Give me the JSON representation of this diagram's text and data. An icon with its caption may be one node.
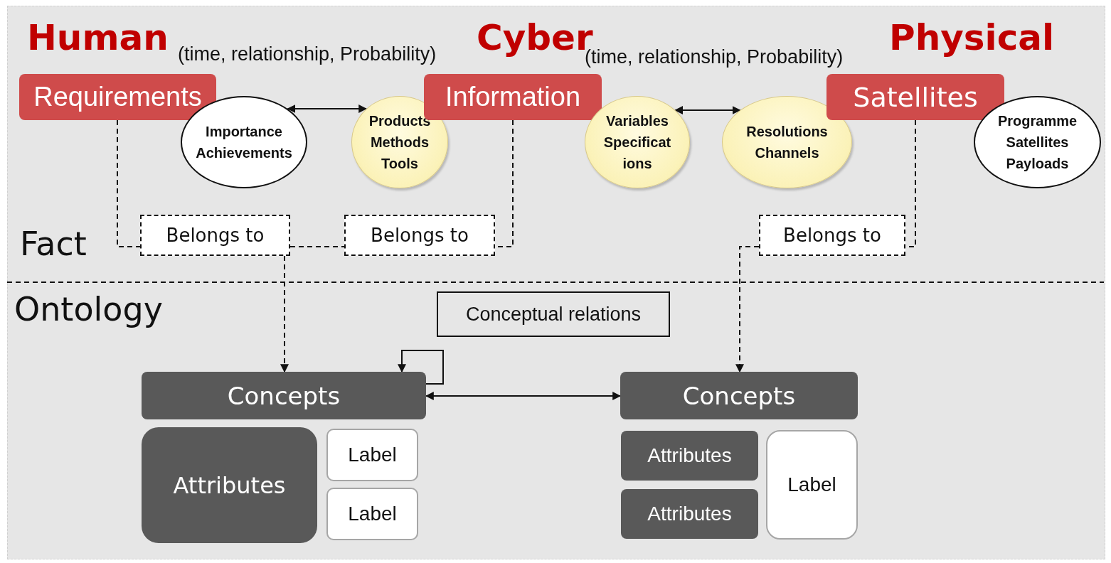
{
  "diagram": {
    "nodes": [
      {
        "text": [
          "Requirements"
        ]
      },
      {
        "text": [
          "Importance Achievements"
        ]
      },
      {
        "text": [
          "Products Methods Tools"
        ]
      },
      {
        "text": [
          "Information"
        ]
      },
      {
        "text": [
          "Variables Specificat ions"
        ]
      },
      {
        "text": [
          "Resolutions Channels"
        ]
      },
      {
        "text": [
          "Satellites"
        ]
      },
      {
        "text": [
          "Programme Satellites Payloads"
        ]
      },
      {
        "text": [
          "Belongs to"
        ]
      },
      {
        "text": [
          "Belongs to"
        ]
      },
      {
        "text": [
          "Belongs to"
        ]
      },
      {
        "text": [
          "Conceptual relations"
        ]
      },
      {
        "text": [
          "Concepts"
        ]
      },
      {
        "text": [
          "Attributes"
        ]
      },
      {
        "text": [
          "Label"
        ]
      },
      {
        "text": [
          "Label"
        ]
      },
      {
        "text": [
          "Concepts"
        ]
      },
      {
        "text": [
          "Attributes"
        ]
      },
      {
        "text": [
          "Attributes"
        ]
      },
      {
        "text": [
          "Label"
        ]
      }
    ],
    "edges": [
      {
        "from": 1,
        "to": 2,
        "arrow": "both"
      },
      {
        "from": 4,
        "to": 5,
        "arrow": "both"
      },
      {
        "from": 0,
        "to": 8,
        "arrow": "none",
        "style": "dashed"
      },
      {
        "from": 8,
        "to": 9,
        "arrow": "none",
        "style": "dashed"
      },
      {
        "from": 3,
        "to": 9,
        "arrow": "none",
        "style": "dashed"
      },
      {
        "from": 8,
        "to": 12,
        "arrow": "to",
        "style": "dashed"
      },
      {
        "from": 6,
        "to": 10,
        "arrow": "none",
        "style": "dashed"
      },
      {
        "from": 10,
        "to": 16,
        "arrow": "to",
        "style": "dashed"
      },
      {
        "from": 12,
        "to": 12,
        "arrow": "to"
      },
      {
        "from": 12,
        "to": 16,
        "arrow": "both"
      }
    ],
    "labels": [
      "Human",
      "(time, relationship, Probability)",
      "Cyber",
      "(time, relationship, Probability)",
      "Physical",
      "Fact",
      "Ontology"
    ]
  }
}
